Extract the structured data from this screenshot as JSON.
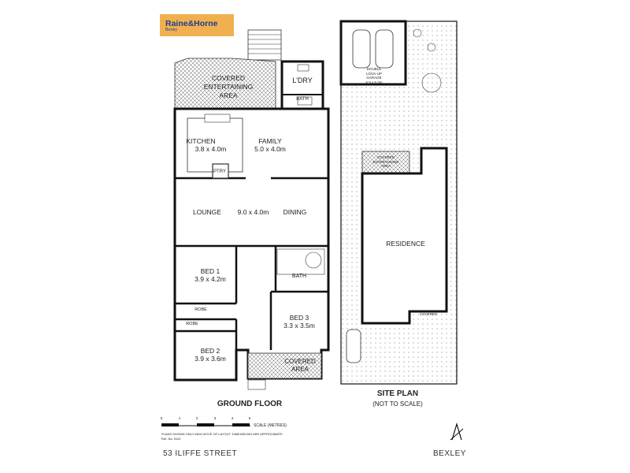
{
  "brand": {
    "name": "Raine&Horne",
    "office": "Bexley"
  },
  "ground_floor": {
    "title": "GROUND FLOOR",
    "rooms": {
      "covered_entertaining": "COVERED\nENTERTAINING\nAREA",
      "laundry": "L'DRY",
      "bath_top": "BATH",
      "kitchen_name": "KITCHEN",
      "kitchen_dims": "3.8 x 4.0m",
      "family_name": "FAMILY",
      "family_dims": "5.0 x 4.0m",
      "pantry": "PTRY",
      "lounge": "LOUNGE",
      "lounge_dining_dims": "9.0 x 4.0m",
      "dining": "DINING",
      "bed1_name": "BED 1",
      "bed1_dims": "3.9 x 4.2m",
      "bath": "BATH",
      "robe1": "ROBE",
      "robe2": "ROBE",
      "bed3_name": "BED 3",
      "bed3_dims": "3.3 x 3.5m",
      "bed2_name": "BED 2",
      "bed2_dims": "3.9 x 3.6m",
      "covered_area": "COVERED\nAREA"
    }
  },
  "site_plan": {
    "title": "SITE PLAN",
    "subtitle": "(NOT TO SCALE)",
    "garage": "DOUBLE\nLOCK-UP\nGARAGE\n6.9 x 6.0m",
    "covered_entertaining": "COVERED\nENTERTAINING\nAREA",
    "residence": "RESIDENCE",
    "verandah": "COVERED"
  },
  "scale": {
    "ticks": [
      "0",
      "1",
      "2",
      "3",
      "4",
      "5"
    ],
    "label": "SCALE (METRES)",
    "disclaimer": "PLANS SHOWN ONLY INDICATIVE OF LAYOUT. DIMENSIONS ARE APPROXIMATE.",
    "ref": "Ref. No: 5110"
  },
  "footer": {
    "address": "53 ILIFFE STREET",
    "suburb": "BEXLEY"
  },
  "colors": {
    "logo_bg": "#f1b04f",
    "logo_text": "#1b3f8f",
    "wall": "#111111"
  }
}
